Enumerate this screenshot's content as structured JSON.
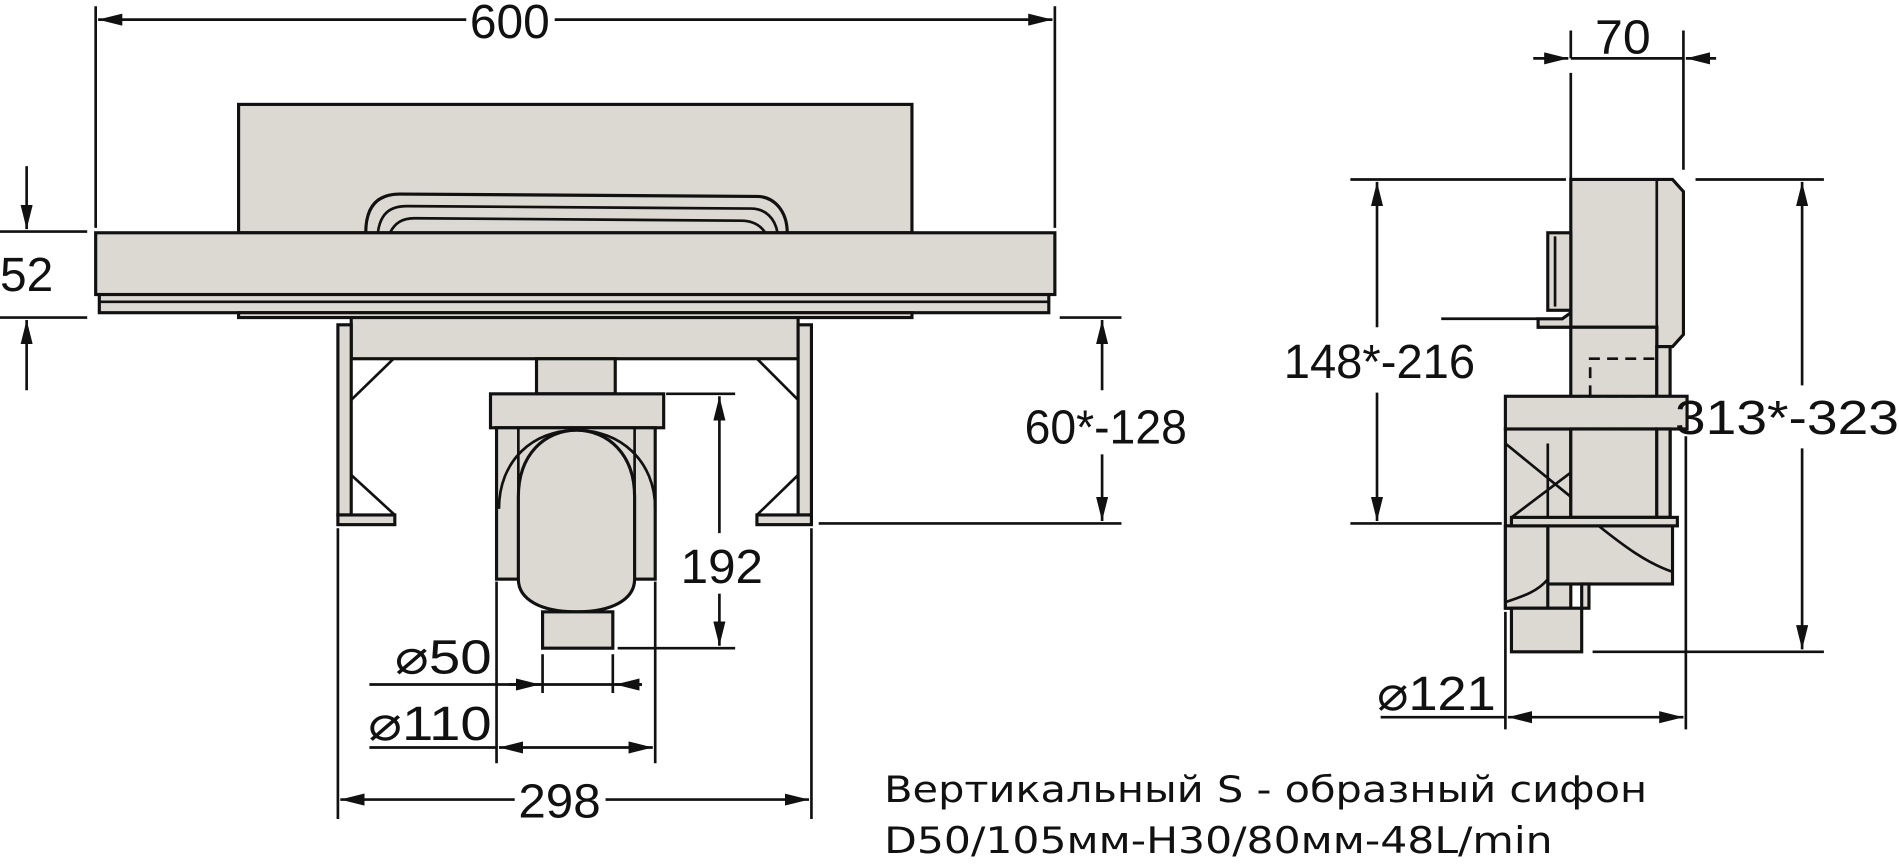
{
  "front_view": {
    "width_total": "600",
    "plate_height": "52",
    "adjust_height": "60*-128",
    "trap_height": "192",
    "outlet_diameter": "⌀50",
    "trap_diameter": "⌀110",
    "leg_span": "298"
  },
  "side_view": {
    "depth": "70",
    "upper_height": "148*-216",
    "total_height": "313*-323",
    "trap_diameter": "⌀121"
  },
  "caption": {
    "line1": "Вертикальный S - образный сифон",
    "line2": "D50/105мм-H30/80мм-48L/min"
  },
  "colors": {
    "body_fill": "#dcd8d2",
    "line": "#111111"
  }
}
